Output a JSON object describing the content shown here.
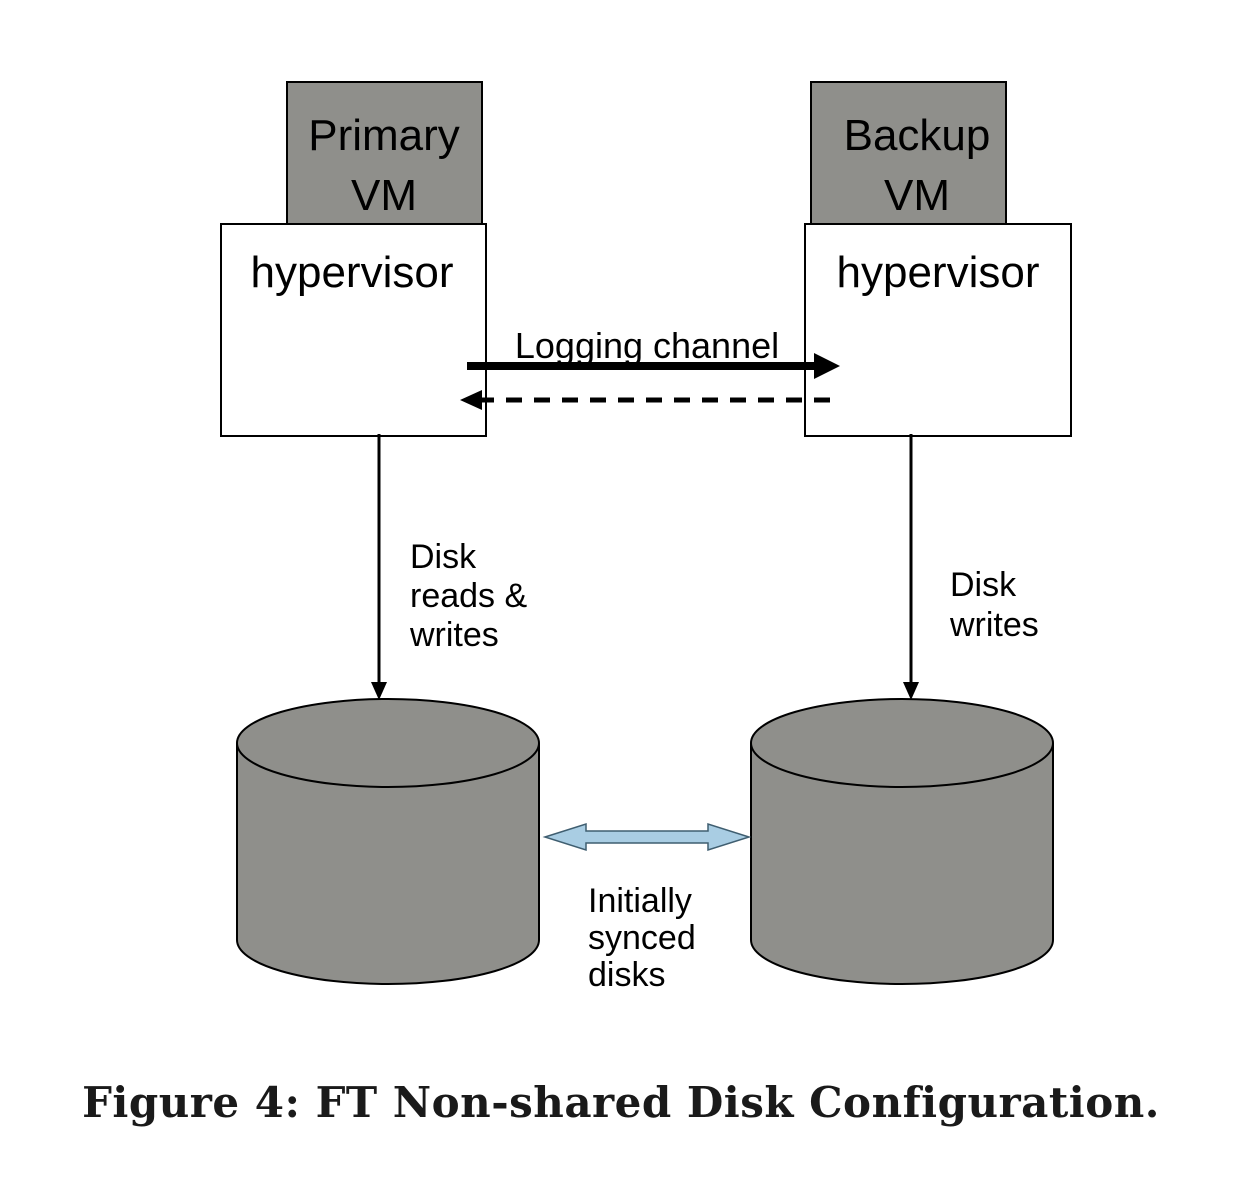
{
  "primary": {
    "vm_line1": "Primary",
    "vm_line2": "VM",
    "hypervisor": "hypervisor",
    "disk_label_line1": "Disk",
    "disk_label_line2": "reads &",
    "disk_label_line3": "writes"
  },
  "backup": {
    "vm_line1": "Backup",
    "vm_line2": "VM",
    "hypervisor": "hypervisor",
    "disk_label_line1": "Disk",
    "disk_label_line2": "writes"
  },
  "logging_channel": "Logging channel",
  "sync": {
    "line1": "Initially",
    "line2": "synced",
    "line3": "disks"
  },
  "caption": "Figure 4: FT Non-shared Disk Configuration.",
  "colors": {
    "vm_fill": "#8f8f8b",
    "disk_fill": "#8f8f8b",
    "sync_arrow": "#a9cde3"
  }
}
